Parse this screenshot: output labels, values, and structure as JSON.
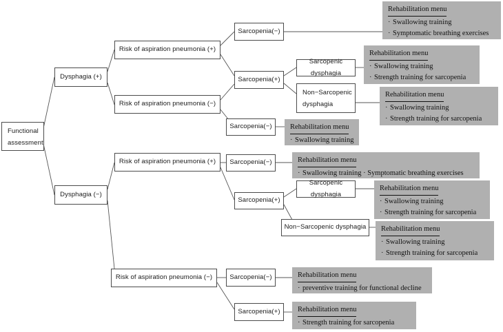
{
  "diagram": {
    "title": "Functional assessment decision tree",
    "colors": {
      "menu_background": "#b0b0b0",
      "node_border": "#4a4a4a",
      "node_background": "#ffffff",
      "text": "#111111",
      "edge": "#555555"
    },
    "root": {
      "label": "Functional",
      "label2": "assessment"
    },
    "nodes": {
      "dysphagia_pos": "Dysphagia (+)",
      "dysphagia_neg": "Dysphagia (−)",
      "risk_pos_a": "Risk of aspiration pneumonia (+)",
      "risk_neg_a": "Risk of aspiration pneumonia (−)",
      "risk_pos_b": "Risk of aspiration pneumonia (+)",
      "risk_neg_b": "Risk of aspiration pneumonia (−)",
      "sarco_neg_1": "Sarcopenia(−)",
      "sarco_pos_1": "Sarcopenia(+)",
      "sarco_neg_2": "Sarcopenia(−)",
      "sarco_neg_3": "Sarcopenia(−)",
      "sarco_pos_2": "Sarcopenia(+)",
      "sarco_neg_4": "Sarcopenia(−)",
      "sarco_pos_3": "Sarcopenia(+)",
      "sarcopenic_dysphagia_1": "Sarcopenic dysphagia",
      "non_sarcopenic_dysphagia_1_line1": "Non−Sarcopenic",
      "non_sarcopenic_dysphagia_1_line2": "dysphagia",
      "sarcopenic_dysphagia_2": "Sarcopenic dysphagia",
      "non_sarcopenic_dysphagia_2": "Non−Sarcopenic dysphagia"
    },
    "menus": {
      "m1": {
        "title": "Rehabilitation menu",
        "items": [
          "Swallowing training",
          "Symptomatic breathing exercises"
        ]
      },
      "m2": {
        "title": "Rehabilitation menu",
        "items": [
          "Swallowing training",
          "Strength training for sarcopenia"
        ]
      },
      "m3": {
        "title": "Rehabilitation menu",
        "items": [
          "Swallowing training",
          "Strength training for sarcopenia"
        ]
      },
      "m4": {
        "title": "Rehabilitation menu",
        "items": [
          "Swallowing training"
        ]
      },
      "m5": {
        "title": "Rehabilitation menu",
        "items": [
          "Swallowing training · Symptomatic breathing exercises"
        ]
      },
      "m6": {
        "title": "Rehabilitation menu",
        "items": [
          "Swallowing training",
          "Strength training for sarcopenia"
        ]
      },
      "m7": {
        "title": "Rehabilitation menu",
        "items": [
          "Swallowing training",
          "Strength training for sarcopenia"
        ]
      },
      "m8": {
        "title": "Rehabilitation menu",
        "items": [
          "preventive training for functional decline"
        ]
      },
      "m9": {
        "title": "Rehabilitation menu",
        "items": [
          "Strength training for sarcopenia"
        ]
      }
    }
  }
}
